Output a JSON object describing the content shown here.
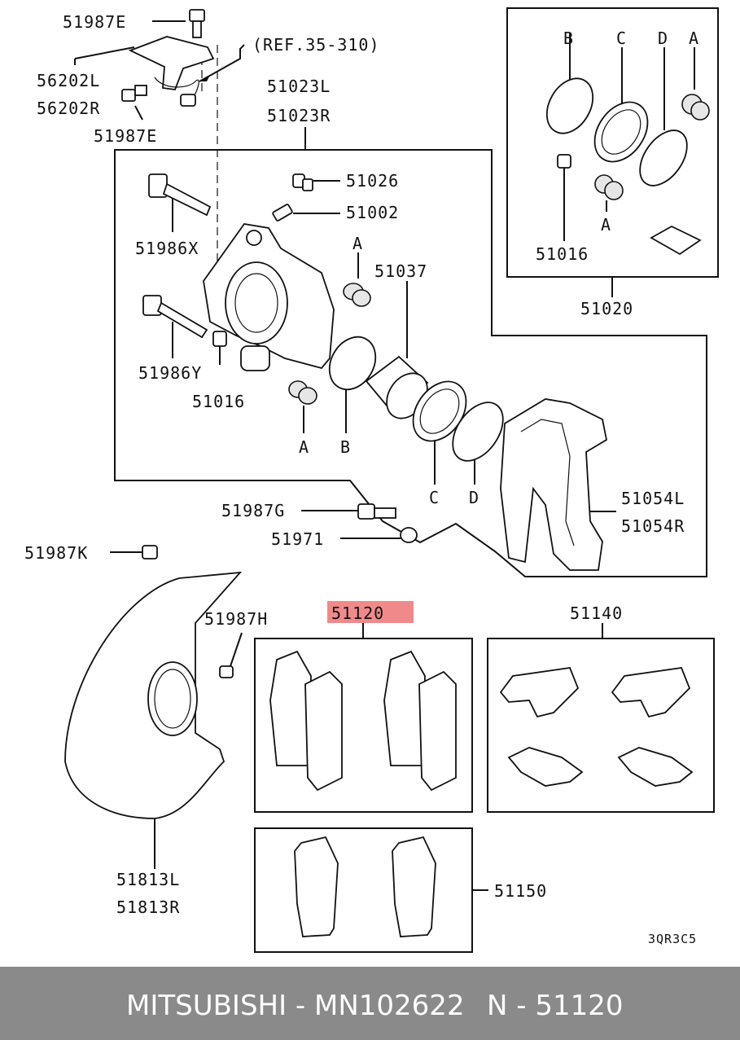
{
  "labels": {
    "p51987E_top": "51987E",
    "ref": "(REF.35-310)",
    "p56202L": "56202L",
    "p56202R": "56202R",
    "p51987E_bot": "51987E",
    "p51023L": "51023L",
    "p51023R": "51023R",
    "p51026": "51026",
    "p51002": "51002",
    "p51986X": "51986X",
    "a1": "A",
    "p51037": "51037",
    "p51986Y": "51986Y",
    "p51016_main": "51016",
    "a2": "A",
    "b_main": "B",
    "c_main": "C",
    "d_main": "D",
    "kit_b": "B",
    "kit_c": "C",
    "kit_d": "D",
    "kit_a_top": "A",
    "kit_a_bot": "A",
    "kit_51016": "51016",
    "p51020": "51020",
    "p51054L": "51054L",
    "p51054R": "51054R",
    "p51987G": "51987G",
    "p51971": "51971",
    "p51987K": "51987K",
    "p51987H": "51987H",
    "p51120": "51120",
    "p51140": "51140",
    "p51813L": "51813L",
    "p51813R": "51813R",
    "p51150": "51150",
    "diagram_code": "3QR3C5"
  },
  "highlight_color": "#f08a8a",
  "footer": {
    "brand_part": "MITSUBISHI - MN102622",
    "ref_code": "N - 51120",
    "background": "#8a8a8a"
  }
}
